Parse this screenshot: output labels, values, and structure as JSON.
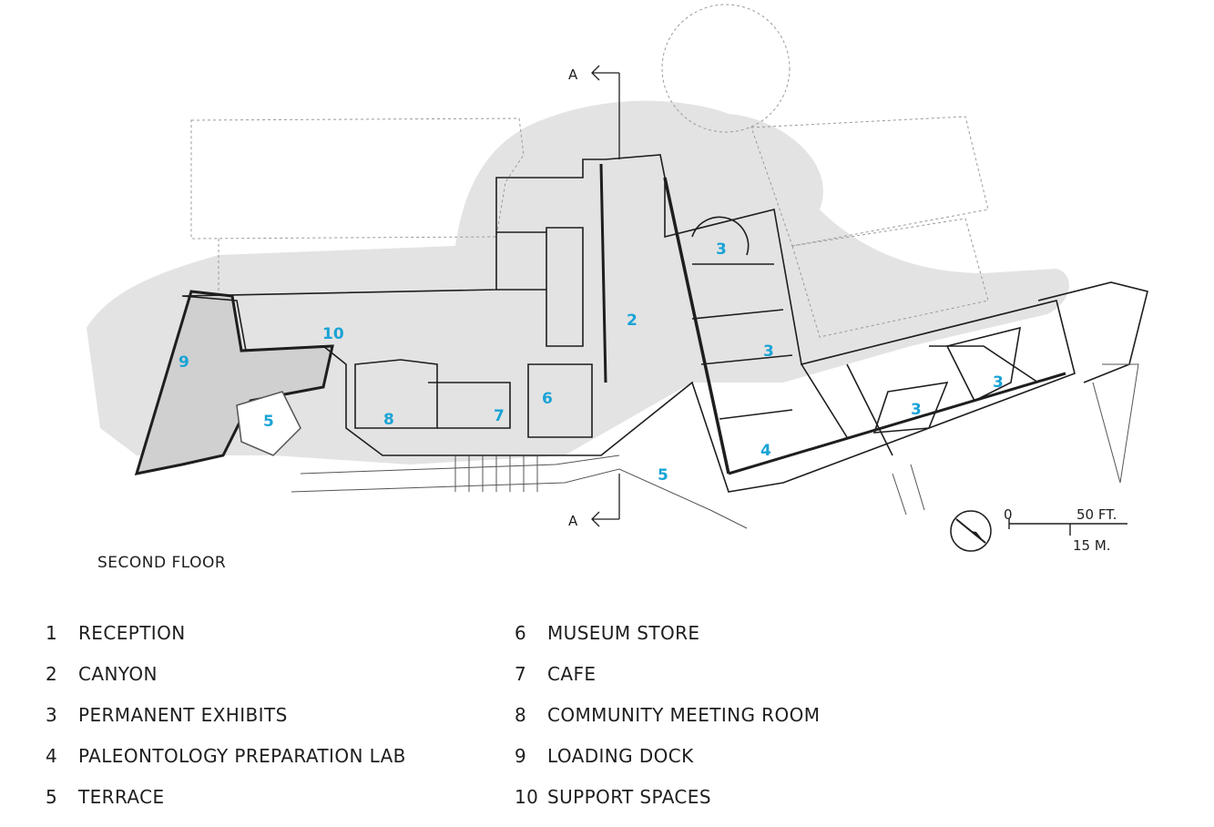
{
  "plan": {
    "title": "SECOND FLOOR",
    "section_marker": "A",
    "room_labels": [
      {
        "num": "2"
      },
      {
        "num": "3"
      },
      {
        "num": "3"
      },
      {
        "num": "3"
      },
      {
        "num": "3"
      },
      {
        "num": "4"
      },
      {
        "num": "5"
      },
      {
        "num": "5"
      },
      {
        "num": "6"
      },
      {
        "num": "7"
      },
      {
        "num": "8"
      },
      {
        "num": "9"
      },
      {
        "num": "10"
      }
    ],
    "scale": {
      "zero": "0",
      "ft": "50 FT.",
      "m": "15 M."
    }
  },
  "legend": {
    "left": [
      {
        "num": "1",
        "label": "RECEPTION"
      },
      {
        "num": "2",
        "label": "CANYON"
      },
      {
        "num": "3",
        "label": "PERMANENT EXHIBITS"
      },
      {
        "num": "4",
        "label": "PALEONTOLOGY PREPARATION LAB"
      },
      {
        "num": "5",
        "label": "TERRACE"
      }
    ],
    "right": [
      {
        "num": "6",
        "label": "MUSEUM STORE"
      },
      {
        "num": "7",
        "label": "CAFE"
      },
      {
        "num": "8",
        "label": "COMMUNITY MEETING ROOM"
      },
      {
        "num": "9",
        "label": "LOADING DOCK"
      },
      {
        "num": "10",
        "label": "SUPPORT SPACES"
      }
    ]
  },
  "colors": {
    "accent": "#1aa3d6",
    "ink": "#1e1e1e",
    "landscape": "#e3e3e3",
    "terrace_fill": "#d0d0d0"
  }
}
